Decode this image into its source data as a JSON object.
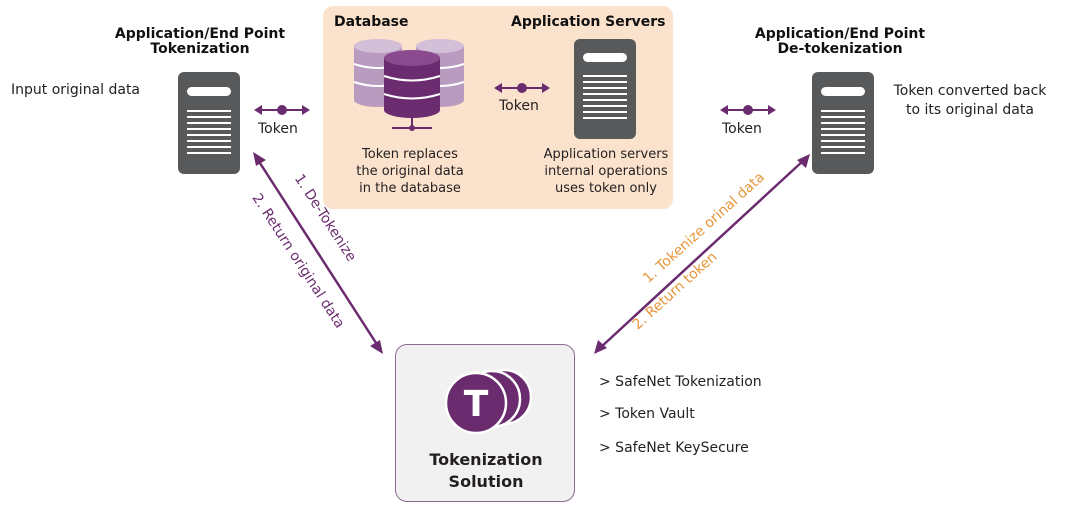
{
  "left_endpoint": {
    "title_line1": "Application/End Point",
    "title_line2": "Tokenization",
    "input_label": "Input original data",
    "token_label": "Token"
  },
  "right_endpoint": {
    "title_line1": "Application/End Point",
    "title_line2": "De-tokenization",
    "output_line1": "Token converted back",
    "output_line2": "to its original data",
    "token_label": "Token"
  },
  "middle": {
    "database_title": "Database",
    "servers_title": "Application Servers",
    "token_label": "Token",
    "db_caption": [
      "Token replaces",
      "the original data",
      "in the database"
    ],
    "server_caption": [
      "Application servers",
      "internal operations",
      "uses token only"
    ]
  },
  "left_flow": {
    "step1": "1. De-Tokenize",
    "step2": "2. Return original data"
  },
  "right_flow": {
    "step1": "1. Tokenize orinal data",
    "step2": "2. Return token"
  },
  "solution": {
    "icon_letter": "T",
    "title_line1": "Tokenization",
    "title_line2": "Solution",
    "items": [
      "> SafeNet Tokenization",
      "> Token Vault",
      "> SafeNet KeySecure"
    ]
  },
  "colors": {
    "purple": "#6b2c6f",
    "orange": "#e8953a",
    "server_gray": "#58595b",
    "peach_bg": "#fbe2cc",
    "db_light": "#b99bc0"
  }
}
